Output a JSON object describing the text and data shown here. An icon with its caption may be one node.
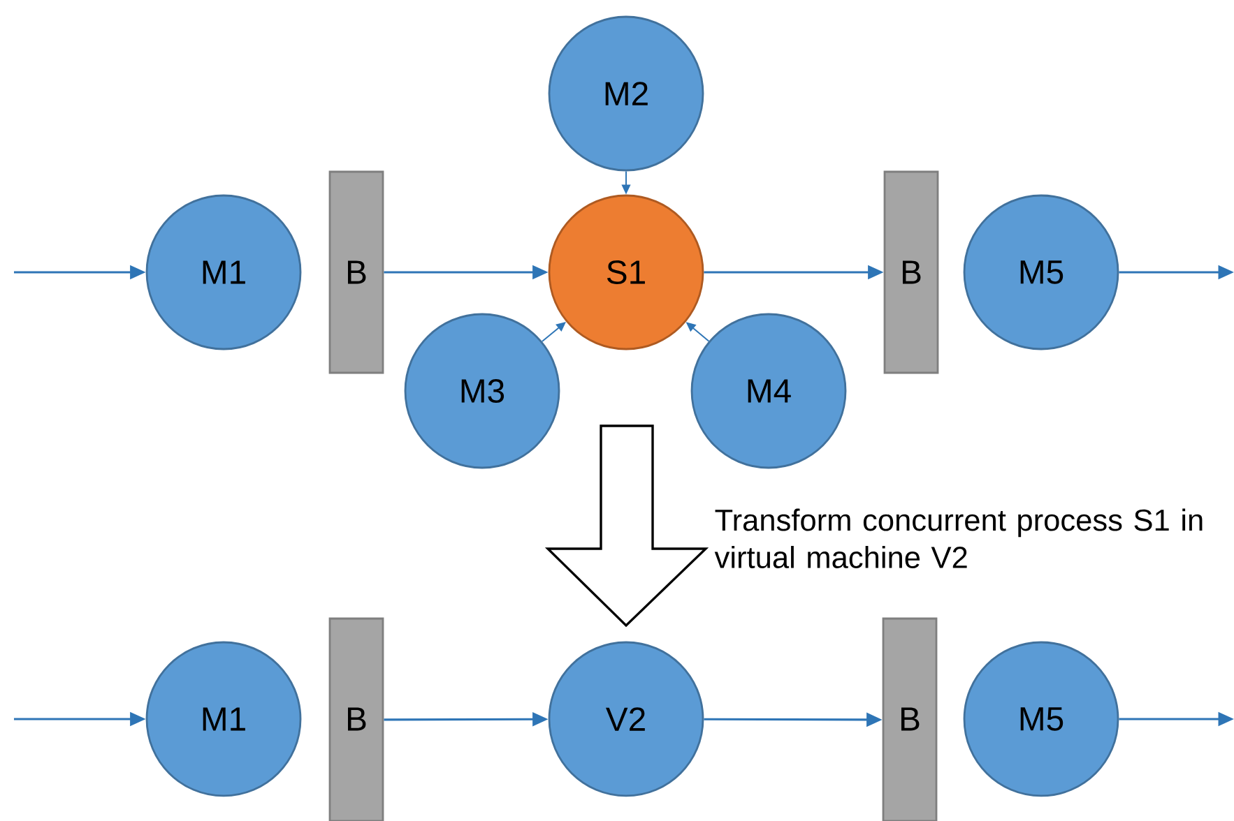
{
  "diagram": {
    "nodes": [
      {
        "text": [
          "M2"
        ]
      },
      {
        "text": [
          "M1"
        ]
      },
      {
        "text": [
          "B"
        ]
      },
      {
        "text": [
          "S1"
        ]
      },
      {
        "text": [
          "B"
        ]
      },
      {
        "text": [
          "M5"
        ]
      },
      {
        "text": [
          "M3"
        ]
      },
      {
        "text": [
          "M4"
        ]
      },
      {
        "text": [
          "M1"
        ]
      },
      {
        "text": [
          "B"
        ]
      },
      {
        "text": [
          "V2"
        ]
      },
      {
        "text": [
          "B"
        ]
      },
      {
        "text": [
          "M5"
        ]
      }
    ],
    "edges": [
      {
        "from": null,
        "to": 1,
        "arrow": "to"
      },
      {
        "from": 2,
        "to": 3,
        "arrow": "to"
      },
      {
        "from": 0,
        "to": 3,
        "arrow": "to"
      },
      {
        "from": 6,
        "to": 3,
        "arrow": "to"
      },
      {
        "from": 7,
        "to": 3,
        "arrow": "to"
      },
      {
        "from": 3,
        "to": 4,
        "arrow": "to"
      },
      {
        "from": 5,
        "to": null,
        "arrow": "to"
      },
      {
        "from": null,
        "to": 8,
        "arrow": "to"
      },
      {
        "from": 9,
        "to": 10,
        "arrow": "to"
      },
      {
        "from": 10,
        "to": 11,
        "arrow": "to"
      },
      {
        "from": 12,
        "to": null,
        "arrow": "to"
      }
    ],
    "labels": [
      "Transform concurrent process S1 in virtual machine V2"
    ]
  }
}
